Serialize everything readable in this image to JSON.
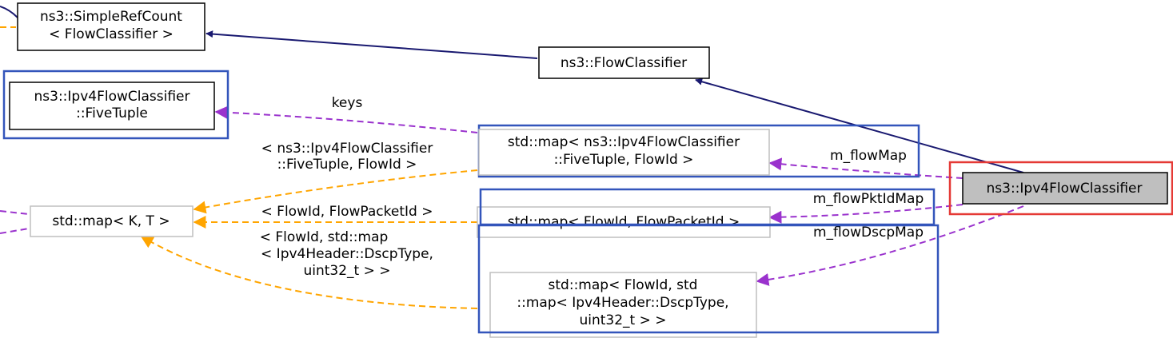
{
  "colors": {
    "inherit_edge": "#191970",
    "member_edge": "#9a32cd",
    "template_edge": "#ffa500",
    "node_border_solid": "#000000",
    "node_border_light": "#bfbfbf",
    "node_fill": "#ffffff",
    "focus_fill": "#bfbfbf",
    "highlight_blue": "#3355bb",
    "highlight_red": "#e53935"
  },
  "nodes": {
    "simplerefcount": {
      "line1": "ns3::SimpleRefCount",
      "line2": "< FlowClassifier >"
    },
    "flowclassifier": {
      "line1": "ns3::FlowClassifier"
    },
    "fivetuple": {
      "line1": "ns3::Ipv4FlowClassifier",
      "line2": "::FiveTuple"
    },
    "map_fivetuple": {
      "line1": "std::map< ns3::Ipv4FlowClassifier",
      "line2": "::FiveTuple, FlowId >"
    },
    "ipv4flowclassifier": {
      "line1": "ns3::Ipv4FlowClassifier"
    },
    "map_kt": {
      "line1": "std::map< K, T >"
    },
    "map_flowpacketid": {
      "line1": "std::map< FlowId, FlowPacketId >"
    },
    "map_dscp": {
      "line1": "std::map< FlowId, std",
      "line2": "::map< Ipv4Header::DscpType,",
      "line3": "uint32_t > >"
    }
  },
  "edge_labels": {
    "keys": "keys",
    "m_flowMap": "m_flowMap",
    "m_flowPktIdMap": "m_flowPktIdMap",
    "m_flowDscpMap": "m_flowDscpMap",
    "tpl_fivetuple_1": "< ns3::Ipv4FlowClassifier",
    "tpl_fivetuple_2": "::FiveTuple, FlowId >",
    "tpl_flowpacketid": "< FlowId, FlowPacketId >",
    "tpl_dscp_1": "< FlowId, std::map",
    "tpl_dscp_2": "< Ipv4Header::DscpType,",
    "tpl_dscp_3": "uint32_t > >"
  }
}
